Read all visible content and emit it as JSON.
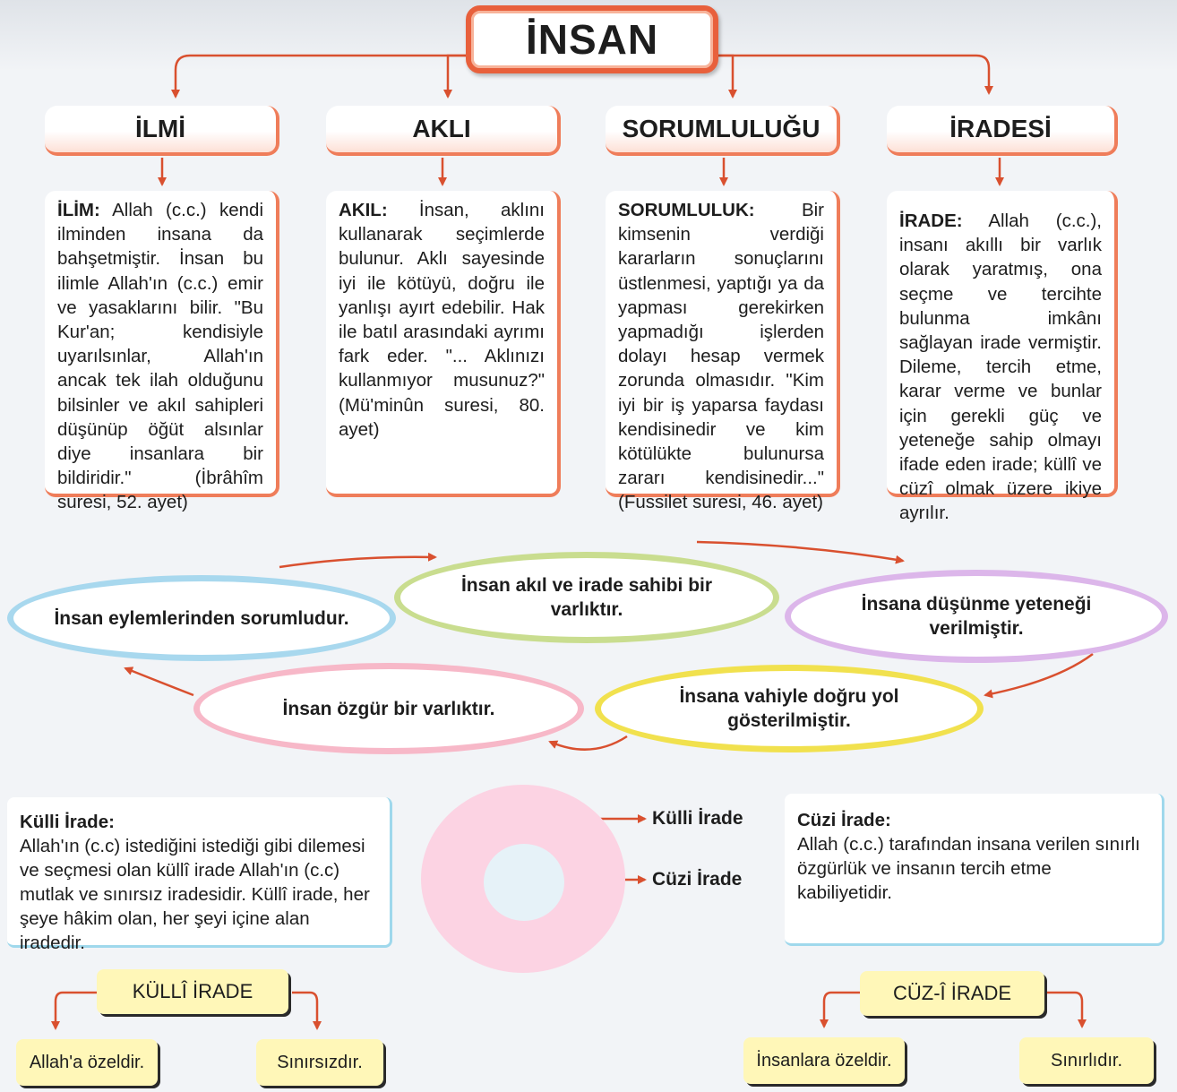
{
  "title": "İNSAN",
  "categories": [
    {
      "heading": "İLMİ",
      "term": "İLİM:",
      "text": "Allah (c.c.) kendi ilminden insana da bahşetmiştir. İnsan bu ilimle Allah'ın (c.c.) emir ve yasaklarını bilir. \"Bu Kur'an; kendisiyle uyarılsınlar, Allah'ın ancak tek ilah olduğunu bilsinler ve akıl sahipleri düşünüp öğüt alsınlar diye insanlara bir bildiridir.\" (İbrâhîm suresi, 52. ayet)"
    },
    {
      "heading": "AKLI",
      "term": "AKIL:",
      "text": "İnsan, aklını kullanarak seçimlerde bulunur. Aklı sayesinde iyi ile kötüyü, doğru ile yanlışı ayırt edebilir. Hak ile batıl arasındaki ayrımı fark eder. \"... Aklınızı kullanmıyor musunuz?\" (Mü'minûn suresi, 80. ayet)"
    },
    {
      "heading": "SORUMLULUĞU",
      "term": "SORUMLULUK:",
      "text": "Bir kimsenin verdiği kararların sonuçlarını üstlenmesi, yaptığı ya da yapması gerekirken yapmadığı işlerden dolayı hesap vermek zorunda olmasıdır. \"Kim iyi bir iş yaparsa faydası kendisinedir ve kim kötülükte bulunursa zararı kendisinedir...\" (Fussilet suresi, 46. ayet)"
    },
    {
      "heading": "İRADESİ",
      "term": "İRADE:",
      "text": "Allah (c.c.), insanı akıllı bir varlık olarak yaratmış, ona seçme ve tercihte bulunma imkânı sağlayan irade vermiştir. Dileme, tercih etme, karar verme ve bunlar için gerekli güç ve yeteneğe sahip olmayı ifade eden irade; küllî ve cüzî olmak üzere ikiye ayrılır."
    }
  ],
  "cycle": [
    {
      "text": "İnsan akıl ve irade sahibi bir varlıktır.",
      "color": "#c9dd8f"
    },
    {
      "text": "İnsana düşünme yeteneği verilmiştir.",
      "color": "#dcb6ea"
    },
    {
      "text": "İnsana vahiyle doğru yol gösterilmiştir.",
      "color": "#f1e14e"
    },
    {
      "text": "İnsan özgür bir varlıktır.",
      "color": "#f7b8c8"
    },
    {
      "text": "İnsan eylemlerinden sorumludur.",
      "color": "#a8d8ee"
    }
  ],
  "kulli": {
    "title": "Külli İrade:",
    "text": "Allah'ın (c.c) istediğini istediği gibi dilemesi ve seçmesi olan küllî irade Allah'ın (c.c) mutlak ve sınırsız iradesidir. Küllî irade, her şeye hâkim olan, her şeyi içine alan iradedir."
  },
  "cuzi": {
    "title": "Cüzi İrade:",
    "text": "Allah (c.c.) tarafından insana verilen sınırlı özgürlük ve insanın tercih etme kabiliyetidir."
  },
  "circle_labels": {
    "outer": "Külli İrade",
    "inner": "Cüzi İrade"
  },
  "bottom_left": {
    "title": "KÜLLÎ İRADE",
    "a": "Allah'a özeldir.",
    "b": "Sınırsızdır."
  },
  "bottom_right": {
    "title": "CÜZ-Î İRADE",
    "a": "İnsanlara özeldir.",
    "b": "Sınırlıdır."
  },
  "colors": {
    "accent": "#e8603c",
    "arrow": "#d9502f",
    "yellow": "#fff7b8",
    "blue_border": "#9fd8ec"
  }
}
